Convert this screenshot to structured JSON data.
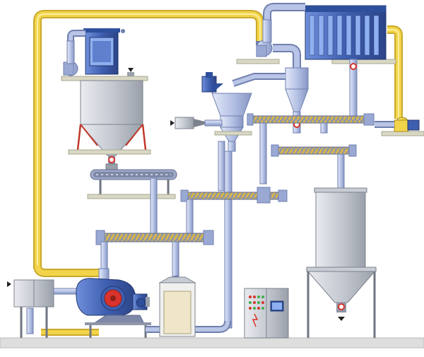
{
  "diagram": {
    "kind": "industrial milling plant flow schematic",
    "colors": {
      "background": "#ffffff",
      "air_duct": "#f2d44a",
      "air_duct_edge": "#c9a92c",
      "pipe": "#b9c5e6",
      "pipe_edge": "#6f7fae",
      "machine_blue": "#3f5fb0",
      "steel": "#c8ccd4",
      "steel_edge": "#7c828c",
      "shelf": "#d9d8c4",
      "floor": "#dcdcdc",
      "screw": "#c8a84a",
      "valve_red": "#d9332b",
      "motor": "#2e4f9c",
      "bag": "#efe6c9"
    },
    "components": [
      "top-feed-hopper",
      "feed-fan",
      "filter-housing",
      "belt-conveyor",
      "bag-filter",
      "cyclone",
      "classifier",
      "screw-conveyor-1",
      "screw-conveyor-2",
      "screw-conveyor-3",
      "main-screw-conveyor",
      "product-silo",
      "mill",
      "mill-motor",
      "bagging-station",
      "control-cabinet",
      "inlet-heater",
      "exhaust-fan"
    ]
  }
}
